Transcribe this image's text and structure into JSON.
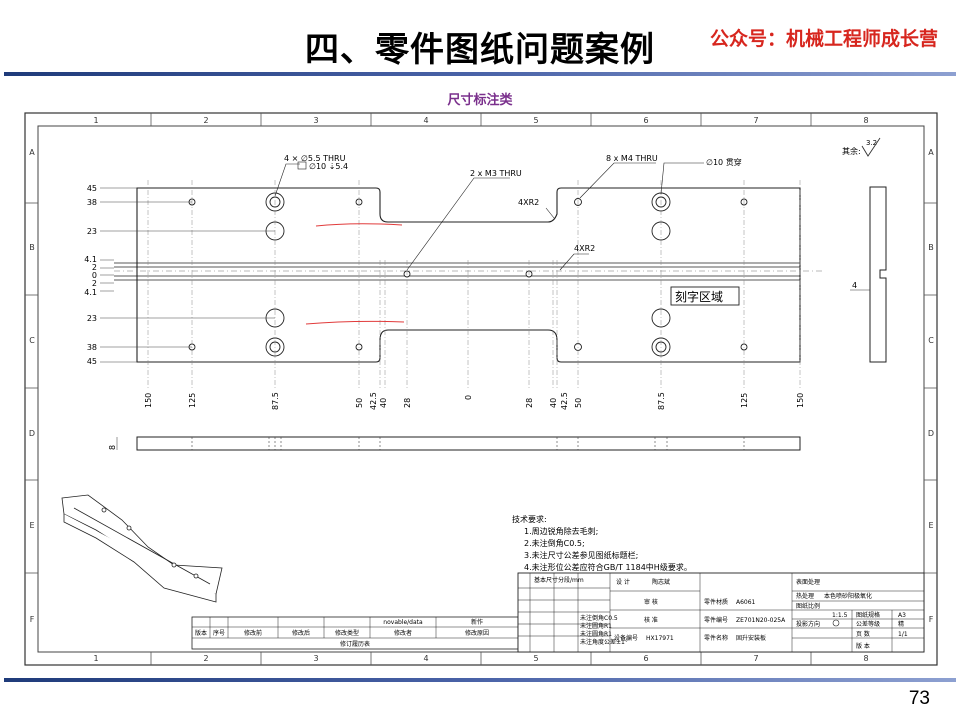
{
  "header": {
    "title": "四、零件图纸问题案例",
    "brand": "公众号：机械工程师成长营",
    "subtitle": "尺寸标注类"
  },
  "page_number": "73",
  "drawing": {
    "grid_cols": [
      "1",
      "2",
      "3",
      "4",
      "5",
      "6",
      "7",
      "8"
    ],
    "grid_rows": [
      "A",
      "B",
      "C",
      "D",
      "E",
      "F"
    ],
    "roughness_label": "其余:",
    "roughness_value": "3.2",
    "callouts": {
      "hole_thru": "4 × ∅5.5 THRU",
      "cbore": "∅10 ⇣5.4",
      "m3": "2 x M3 THRU",
      "m4": "8 x M4 THRU",
      "phi10": "∅10 贯穿",
      "r2_top": "4XR2",
      "r2_mid": "4XR2",
      "engrave": "刻字区域",
      "side_thickness": "4",
      "side_height": "8"
    },
    "left_dims": [
      "45",
      "38",
      "23",
      "4.1",
      "2",
      "0",
      "2",
      "4.1",
      "23",
      "38",
      "45"
    ],
    "bottom_dims": [
      "150",
      "125",
      "87.5",
      "50",
      "42.5",
      "40",
      "28",
      "0",
      "28",
      "40",
      "42.5",
      "50",
      "87.5",
      "125",
      "150"
    ],
    "tech_notes": [
      "技术要求:",
      "1.周边锐角除去毛刺;",
      "2.未注倒角C0.5;",
      "3.未注尺寸公差参见图纸标题栏;",
      "4.未注形位公差应符合GB/T 1184中H级要求。"
    ],
    "title_block": {
      "design_label": "设 计",
      "designer": "陶志斌",
      "review_label": "审 核",
      "approve_label": "核 准",
      "material_label": "零件材质",
      "material": "A6061",
      "part_no_label": "零件编号",
      "part_no": "ZE701N20-025A",
      "part_name_label": "零件名称",
      "part_name": "固升安装板",
      "device_no_label": "设备编号",
      "device_no": "HX17971",
      "surface_label": "表面处理",
      "surface": "本色喷砂阳极氧化",
      "heat_label": "热处理",
      "scale_label": "图纸比例",
      "scale": "1:1.5",
      "sheet_label": "图纸规格",
      "sheet": "A3",
      "proj_label": "投影方向",
      "tol_label": "公差等级",
      "tol": "精",
      "page_label": "页 数",
      "pages": "1/1",
      "ver_label": "版 本",
      "tol_table_head": "基本尺寸分段/mm",
      "notes_right": [
        "未注倒角C0.5",
        "未注圆角R1",
        "未注圆角R1",
        "未注角度公差±1°"
      ]
    },
    "revision_table": {
      "headers": [
        "版本",
        "序号",
        "修改前",
        "修改后",
        "修改类型",
        "修改者",
        "修改原因"
      ],
      "caption": "修订履历表",
      "extra1": "novable/data",
      "extra2": "新作"
    }
  }
}
